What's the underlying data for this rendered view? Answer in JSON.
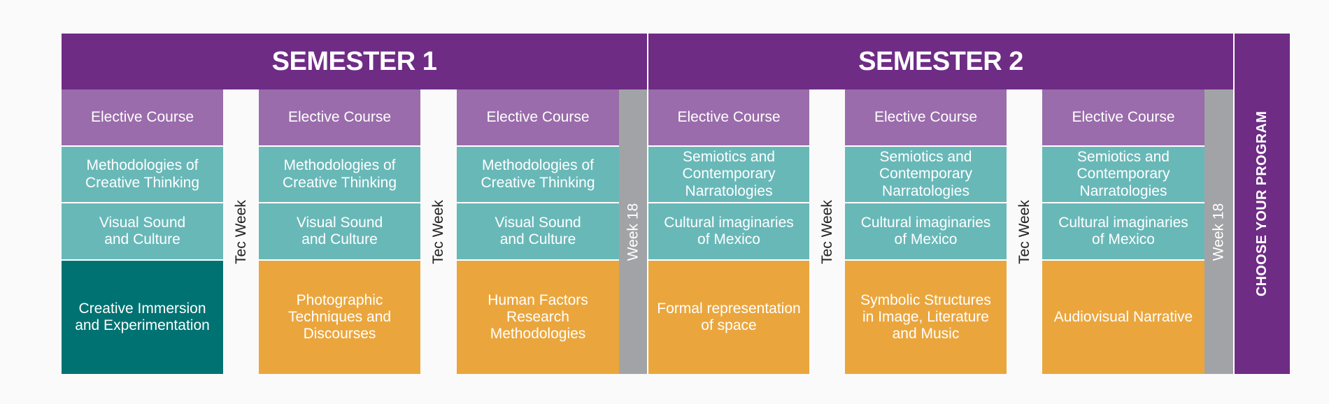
{
  "semesters": [
    {
      "title": "SEMESTER 1",
      "columns": [
        {
          "cells": [
            {
              "label": "Elective Course",
              "kind": "elective"
            },
            {
              "label": "Methodologies of\nCreative Thinking",
              "kind": "teal"
            },
            {
              "label": "Visual Sound\nand Culture",
              "kind": "teal"
            },
            {
              "label": "Creative Immersion\nand Experimentation",
              "kind": "dark"
            }
          ]
        },
        {
          "cells": [
            {
              "label": "Elective Course",
              "kind": "elective"
            },
            {
              "label": "Methodologies of\nCreative Thinking",
              "kind": "teal"
            },
            {
              "label": "Visual Sound\nand Culture",
              "kind": "teal"
            },
            {
              "label": "Photographic\nTechniques and\nDiscourses",
              "kind": "orange"
            }
          ]
        },
        {
          "cells": [
            {
              "label": "Elective Course",
              "kind": "elective"
            },
            {
              "label": "Methodologies of\nCreative Thinking",
              "kind": "teal"
            },
            {
              "label": "Visual Sound\nand Culture",
              "kind": "teal"
            },
            {
              "label": "Human Factors Research\nMethodologies",
              "kind": "orange"
            }
          ]
        }
      ]
    },
    {
      "title": "SEMESTER 2",
      "columns": [
        {
          "cells": [
            {
              "label": "Elective Course",
              "kind": "elective"
            },
            {
              "label": "Semiotics and\nContemporary\nNarratologies",
              "kind": "teal"
            },
            {
              "label": "Cultural imaginaries\nof Mexico",
              "kind": "teal"
            },
            {
              "label": "Formal representation\nof space",
              "kind": "orange"
            }
          ]
        },
        {
          "cells": [
            {
              "label": "Elective Course",
              "kind": "elective"
            },
            {
              "label": "Semiotics and\nContemporary\nNarratologies",
              "kind": "teal"
            },
            {
              "label": "Cultural imaginaries\nof Mexico",
              "kind": "teal"
            },
            {
              "label": "Symbolic Structures\nin Image, Literature\nand Music",
              "kind": "orange"
            }
          ]
        },
        {
          "cells": [
            {
              "label": "Elective Course",
              "kind": "elective"
            },
            {
              "label": "Semiotics and\nContemporary\nNarratologies",
              "kind": "teal"
            },
            {
              "label": "Cultural imaginaries\nof Mexico",
              "kind": "teal"
            },
            {
              "label": "Audiovisual Narrative",
              "kind": "orange"
            }
          ]
        }
      ]
    }
  ],
  "tec_week_label": "Tec Week",
  "week18_label": "Week 18",
  "choose_label": "CHOOSE YOUR PROGRAM",
  "colors": {
    "header_purple": "#6e2c85",
    "elective_purple": "#9a6cab",
    "teal": "#69b8b8",
    "dark_teal": "#007272",
    "orange": "#eaa63d",
    "grey": "#a2a3a6"
  }
}
